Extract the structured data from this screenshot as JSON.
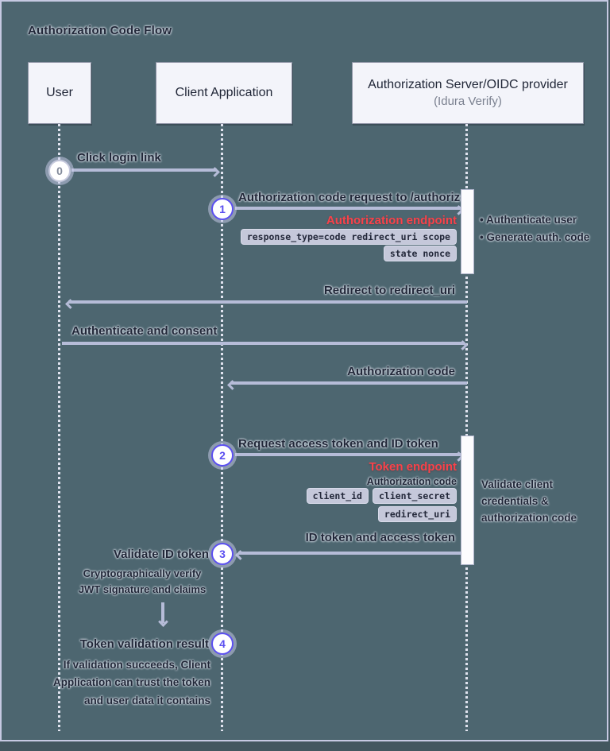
{
  "title": "Authorization Code Flow",
  "actors": {
    "user": {
      "name": "User"
    },
    "client": {
      "name": "Client Application"
    },
    "server": {
      "name": "Authorization Server/OIDC provider",
      "subtitle": "(Idura Verify)"
    }
  },
  "steps": {
    "s0": {
      "num": "0",
      "label": "Click login link"
    },
    "s1": {
      "num": "1",
      "label": "Authorization code request to /authorize",
      "endpoint": "Authorization endpoint",
      "params_line1": "response_type=code redirect_uri scope",
      "params_line2": "state nonce"
    },
    "redirect": {
      "label": "Redirect to redirect_uri"
    },
    "authenticate": {
      "label": "Authenticate and consent"
    },
    "auth_code": {
      "label": "Authorization code"
    },
    "s2": {
      "num": "2",
      "label": "Request access token and ID token",
      "endpoint": "Token endpoint",
      "param_note": "Authorization code",
      "param_chips": [
        "client_id",
        "client_secret",
        "redirect_uri"
      ]
    },
    "s3": {
      "num": "3",
      "label": "ID token and access token",
      "client_action": "Validate ID token",
      "client_note": "Cryptographically verify JWT signature and claims"
    },
    "s4": {
      "num": "4",
      "label": "Token validation result",
      "client_note": "If validation succeeds, Client Application can trust the token and user data it contains"
    }
  },
  "server_notes": {
    "note1_items": [
      "Authenticate user",
      "Generate auth. code"
    ],
    "note2": "Validate client credentials & authorization code"
  },
  "colors": {
    "background": "#4d6670",
    "frame": "#c6c9e2",
    "actor_box": "#f3f4fa",
    "accent_purple": "#5b4ff0",
    "endpoint_red": "#f8424a",
    "chip_bg": "#c5c8da",
    "arrow": "#b6bcd8",
    "text_dark": "#212738"
  }
}
